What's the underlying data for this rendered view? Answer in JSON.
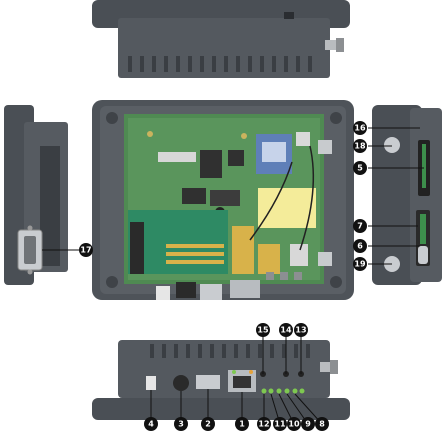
{
  "callouts": [
    "1",
    "2",
    "3",
    "4",
    "5",
    "6",
    "7",
    "8",
    "9",
    "10",
    "11",
    "12",
    "13",
    "14",
    "15",
    "16",
    "17",
    "18",
    "19"
  ],
  "colors": {
    "enclosure": "#555a60",
    "enclosure_dark": "#3a3e43",
    "board_green": "#4f8a52",
    "board_light": "#7db07c",
    "gold": "#d8b24a",
    "label_yellow": "#f4ec9a",
    "module_blue": "#5f7fb8",
    "callout_bg": "#111111"
  }
}
